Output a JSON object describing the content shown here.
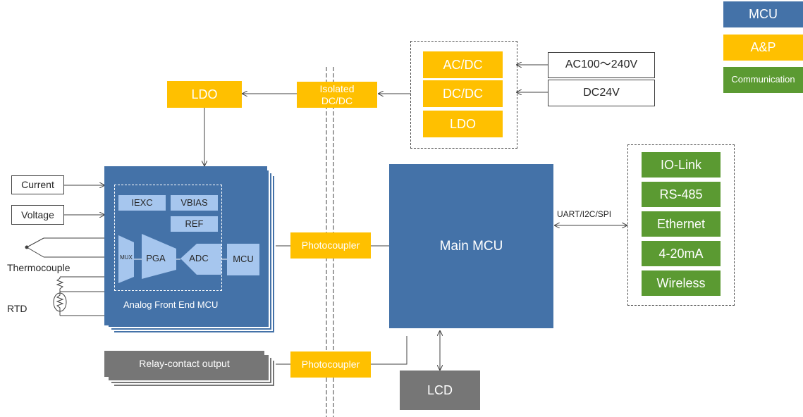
{
  "legend": {
    "mcu": "MCU",
    "ap": "A&P",
    "communication": "Communication"
  },
  "power": {
    "acdc": "AC/DC",
    "dcdc": "DC/DC",
    "ldo": "LDO",
    "ac_input": "AC100～240V",
    "dc_input": "DC24V",
    "isolated_dcdc": "Isolated\nDC/DC",
    "ldo_left": "LDO"
  },
  "afe": {
    "title": "Analog  Front End MCU",
    "iexc": "IEXC",
    "vbias": "VBIAS",
    "ref": "REF",
    "mux": "MUX",
    "pga": "PGA",
    "adc": "ADC",
    "mcu": "MCU"
  },
  "inputs": {
    "current": "Current",
    "voltage": "Voltage",
    "thermocouple": "Thermocouple",
    "rtd": "RTD"
  },
  "main_mcu": "Main MCU",
  "photocoupler_top": "Photocoupler",
  "photocoupler_bottom": "Photocoupler",
  "relay": "Relay-contact output",
  "lcd": "LCD",
  "bus_label": "UART/I2C/SPI",
  "communication": [
    "IO-Link",
    "RS-485",
    "Ethernet",
    "4-20mA",
    "Wireless"
  ],
  "colors": {
    "mcu": "#4472A8",
    "ap": "#FFC000",
    "communication": "#5B9A32",
    "light": "#A6C6EE",
    "gray": "#767676"
  }
}
